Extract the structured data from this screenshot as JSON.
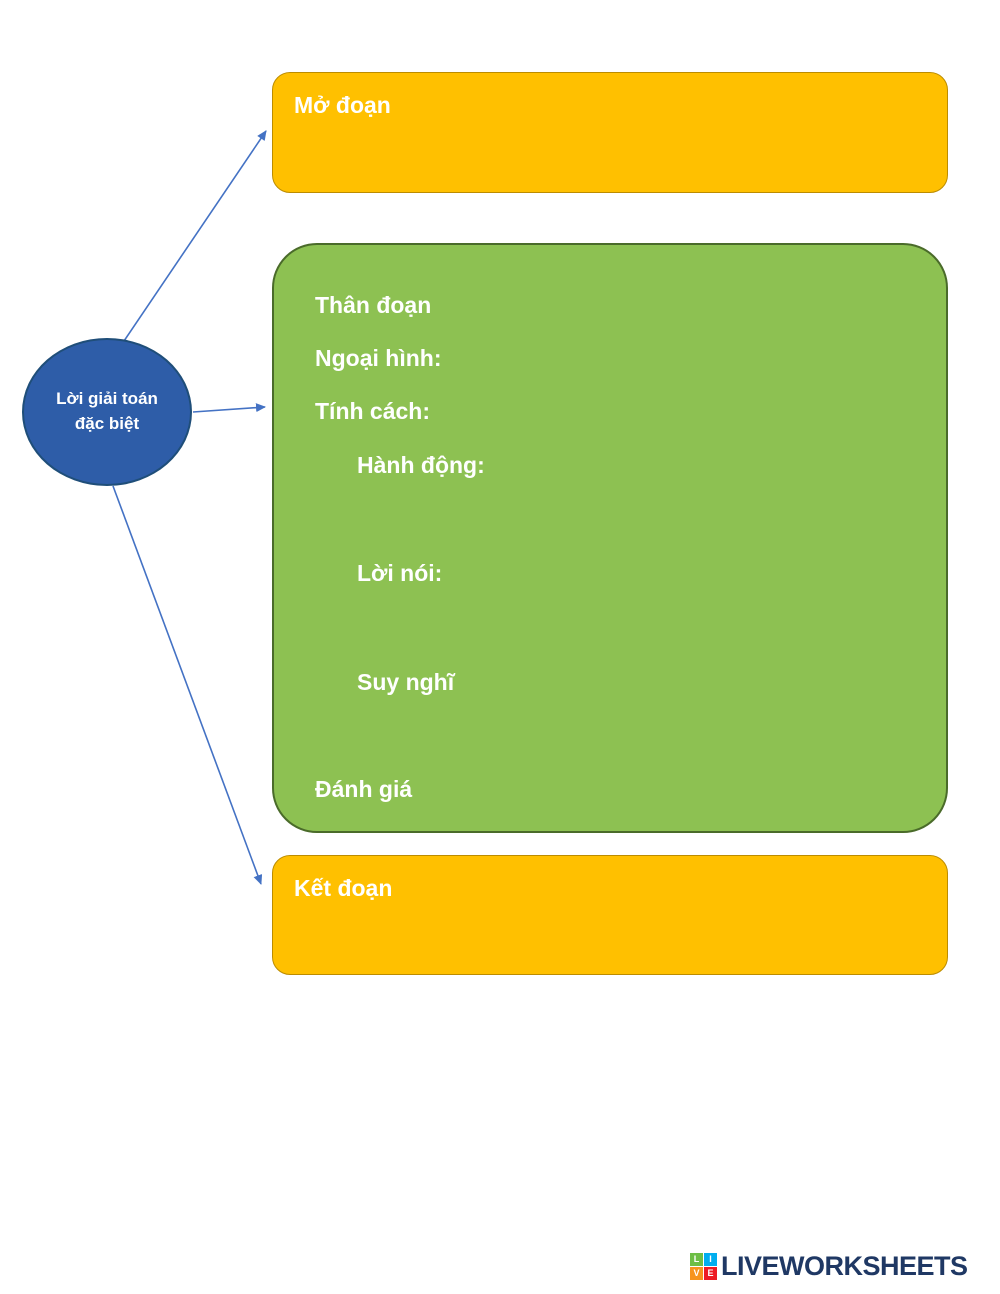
{
  "diagram": {
    "center_node": {
      "text": "Lời giải toán đặc biệt"
    },
    "top_box": {
      "label": "Mở đoạn"
    },
    "green_box": {
      "title": "Thân đoạn",
      "items": [
        "Ngoại hình:",
        "Tính cách:",
        "Hành động:",
        "Lời nói:",
        "Suy nghĩ",
        "Đánh giá"
      ]
    },
    "bottom_box": {
      "label": "Kết đoạn"
    }
  },
  "colors": {
    "top_bottom_box": "#FFC000",
    "green_box": "#8DC152",
    "center_node": "#2E5DA8",
    "arrow": "#4472C4",
    "logo_text": "#1F3864"
  },
  "footer": {
    "brand": "LIVEWORKSHEETS",
    "icon_letters": [
      "L",
      "I",
      "V",
      "E"
    ],
    "icon_colors": [
      "#6DBE45",
      "#00AEEF",
      "#F7941D",
      "#ED1C24"
    ]
  }
}
